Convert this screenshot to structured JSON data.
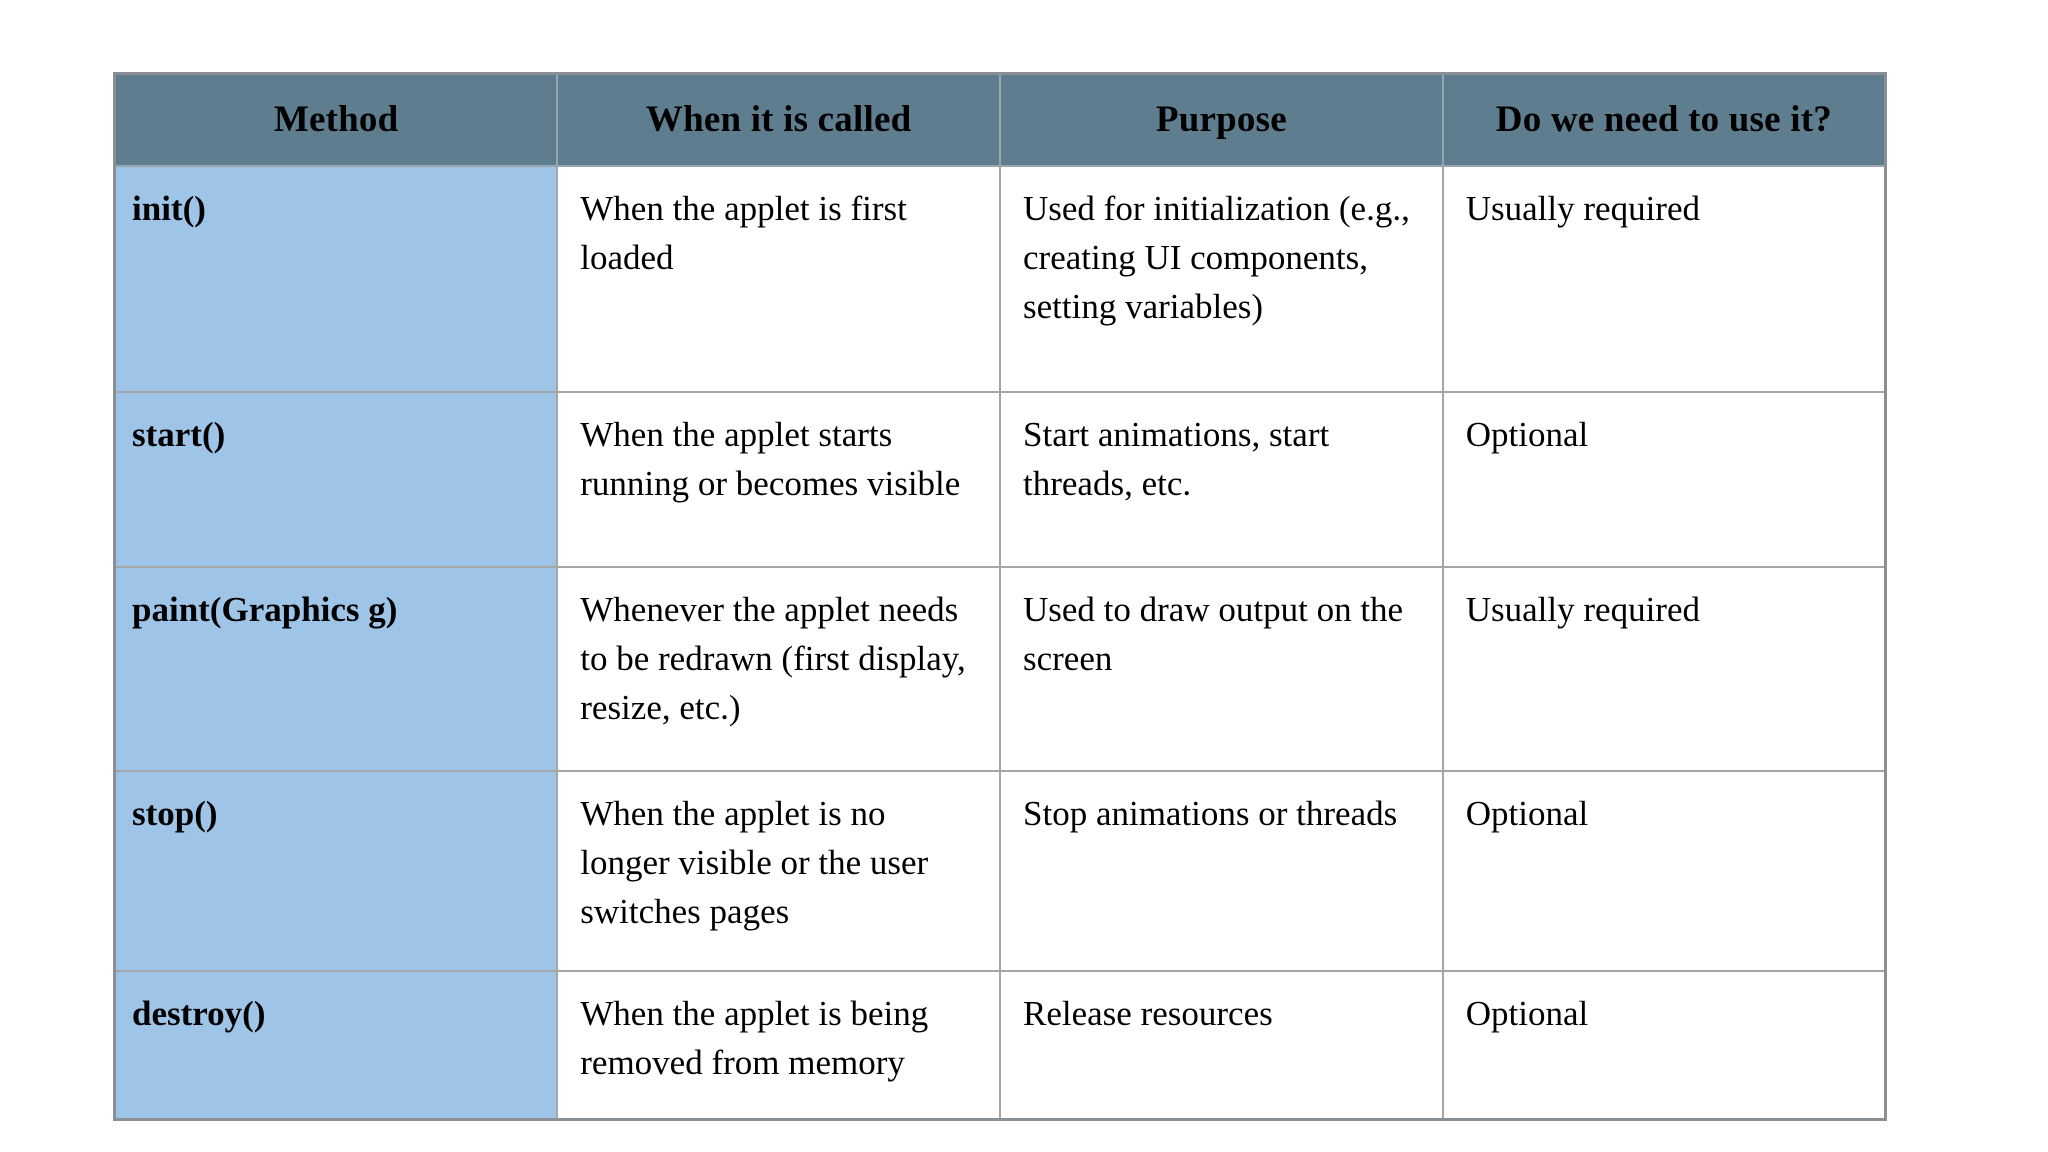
{
  "table": {
    "colors": {
      "header_bg": "#5e7d8f",
      "method_column_bg": "#9ec4e7",
      "body_bg": "#ffffff",
      "grid_line": "#a6a6a6",
      "text": "#000000"
    },
    "columns": {
      "method": "Method",
      "when": "When it is called",
      "purpose": "Purpose",
      "needed": "Do we need to use it?"
    },
    "rows": [
      {
        "method": "init()",
        "when": "When the applet is first loaded",
        "purpose": "Used for initialization (e.g., creating UI components, setting variables)",
        "needed": "Usually required"
      },
      {
        "method": "start()",
        "when": "When the applet starts running or becomes visible",
        "purpose": "Start animations, start threads, etc.",
        "needed": "Optional"
      },
      {
        "method": "paint(Graphics g)",
        "when": "Whenever the applet needs to be redrawn (first display, resize, etc.)",
        "purpose": "Used to draw output on the screen",
        "needed": "Usually required"
      },
      {
        "method": "stop()",
        "when": "When the applet is no longer visible or the user switches pages",
        "purpose": "Stop animations or threads",
        "needed": "Optional"
      },
      {
        "method": "destroy()",
        "when": "When the applet is being removed from memory",
        "purpose": "Release resources",
        "needed": "Optional"
      }
    ]
  }
}
